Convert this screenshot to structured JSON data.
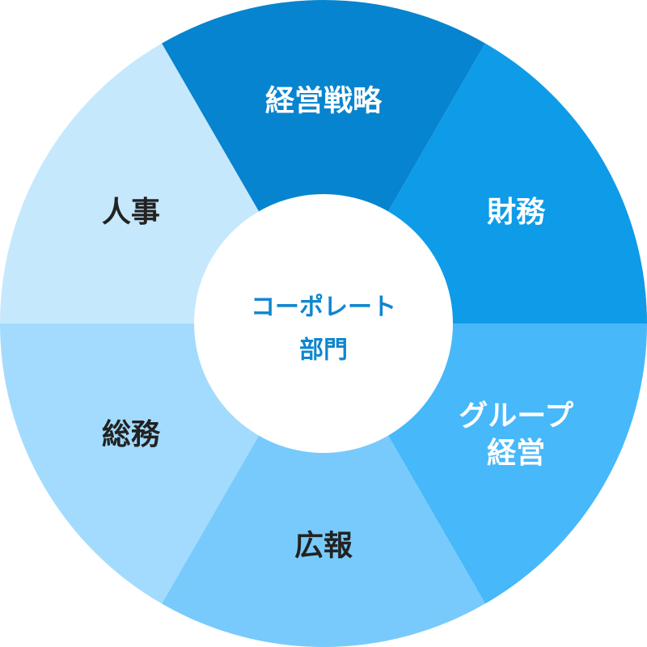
{
  "center": {
    "line1": "コーポレート",
    "line2": "部門",
    "color": "#0F86CF"
  },
  "segments": [
    {
      "id": "keiei-senryaku",
      "lines": [
        "経営戦略"
      ],
      "fill": "#0784CF",
      "text_color": "#FFFFFF"
    },
    {
      "id": "zaimu",
      "lines": [
        "財務"
      ],
      "fill": "#0E9BE8",
      "text_color": "#FFFFFF"
    },
    {
      "id": "group-keiei",
      "lines": [
        "グループ",
        "経営"
      ],
      "fill": "#47B8FA",
      "text_color": "#FFFFFF"
    },
    {
      "id": "koho",
      "lines": [
        "広報"
      ],
      "fill": "#78CAFC",
      "text_color": "#222222"
    },
    {
      "id": "somu",
      "lines": [
        "総務"
      ],
      "fill": "#A2DBFD",
      "text_color": "#222222"
    },
    {
      "id": "jinji",
      "lines": [
        "人事"
      ],
      "fill": "#C6E8FD",
      "text_color": "#222222"
    }
  ]
}
